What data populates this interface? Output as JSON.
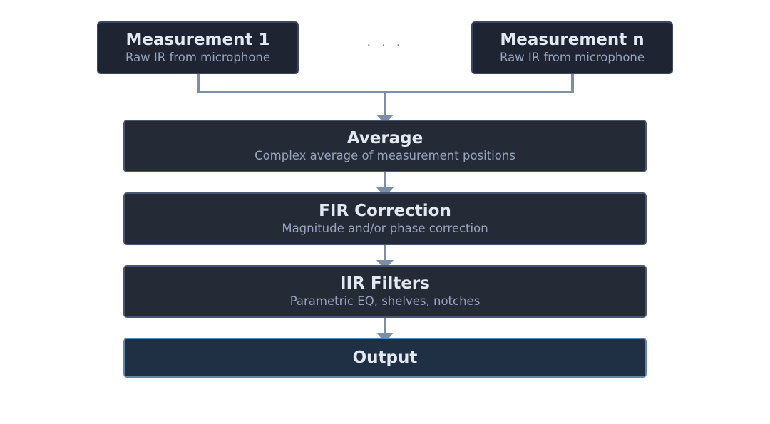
{
  "inputs": [
    {
      "title": "Measurement 1",
      "subtitle": "Raw IR from microphone"
    },
    {
      "title": "Measurement n",
      "subtitle": "Raw IR from microphone"
    }
  ],
  "ellipsis": ". . .",
  "stages": [
    {
      "title": "Average",
      "subtitle": "Complex average of measurement positions"
    },
    {
      "title": "FIR Correction",
      "subtitle": "Magnitude and/or phase correction"
    },
    {
      "title": "IIR Filters",
      "subtitle": "Parametric EQ, shelves, notches"
    }
  ],
  "output": {
    "title": "Output"
  },
  "colors": {
    "connector": "#7b8fa9",
    "box_fill": "#252a37",
    "output_fill": "#1f2f44",
    "title_text": "#e3e8f2",
    "subtitle_text": "#97a4bc"
  }
}
